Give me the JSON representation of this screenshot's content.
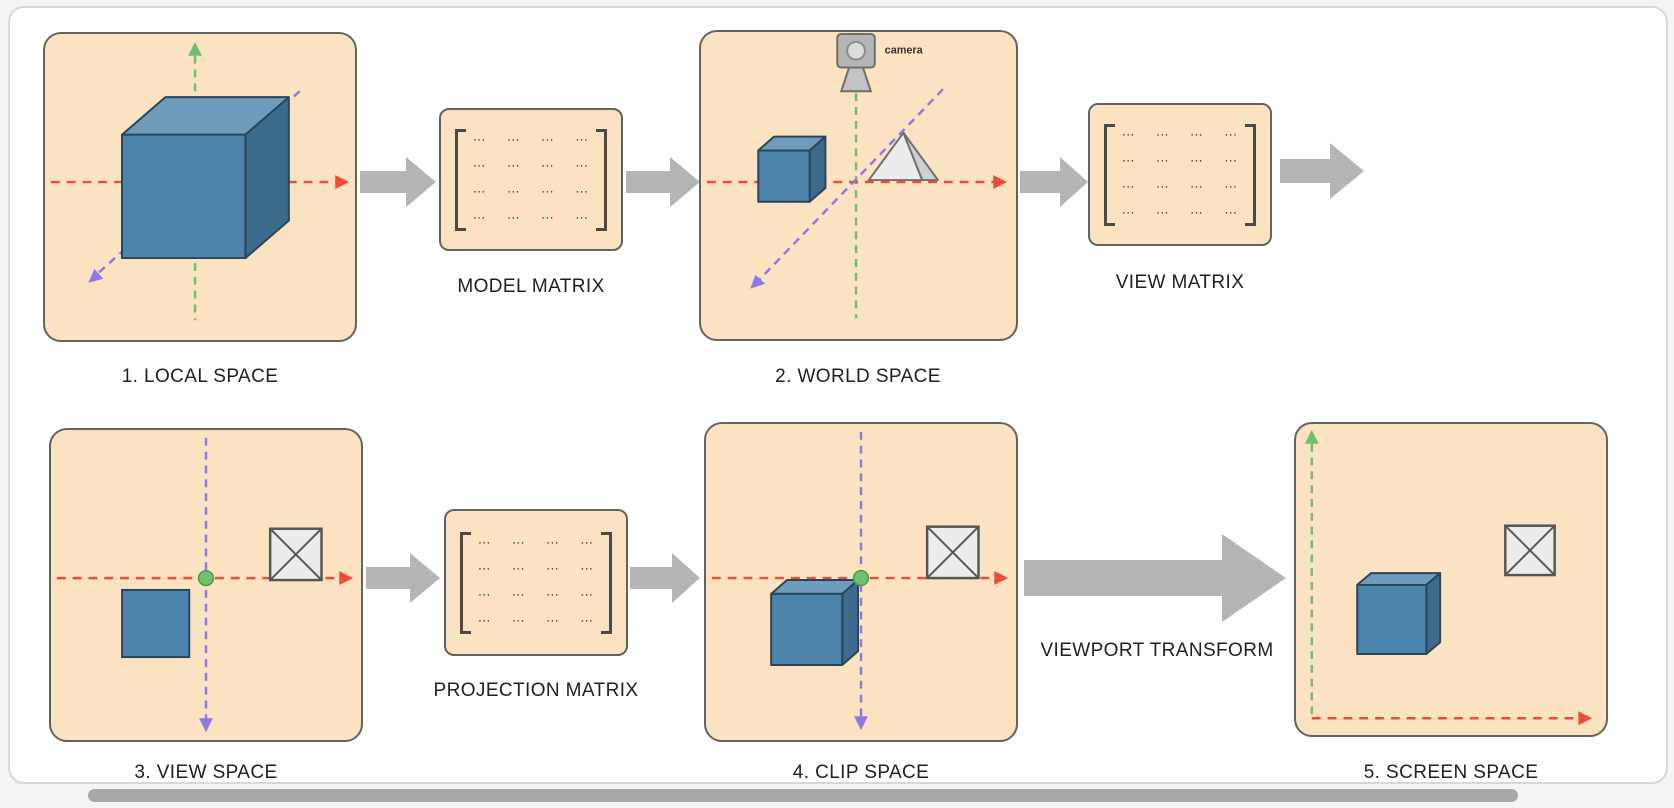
{
  "diagram": {
    "panels": [
      {
        "id": "local-space",
        "label": "1. LOCAL SPACE"
      },
      {
        "id": "world-space",
        "label": "2. WORLD SPACE"
      },
      {
        "id": "view-space",
        "label": "3. VIEW SPACE"
      },
      {
        "id": "clip-space",
        "label": "4. CLIP SPACE"
      },
      {
        "id": "screen-space",
        "label": "5. SCREEN SPACE"
      }
    ],
    "matrices": {
      "model_label": "MODEL MATRIX",
      "view_label": "VIEW MATRIX",
      "projection_label": "PROJECTION MATRIX",
      "rows": [
        "⋯ ⋯ ⋯ ⋯",
        "⋯ ⋯ ⋯ ⋯",
        "⋯ ⋯ ⋯ ⋯",
        "⋯ ⋯ ⋯ ⋯"
      ]
    },
    "viewport_transform_label": "VIEWPORT TRANSFORM",
    "camera_label": "camera",
    "colors": {
      "panel_fill": "#fbe2c0",
      "panel_border": "#636363",
      "arrow_gray": "#b5b5b5",
      "axis_x_red": "#ef4b3b",
      "axis_y_green": "#6fc06f",
      "axis_z_purple": "#8c7ae6",
      "object_blue": "#4d84ab"
    }
  }
}
